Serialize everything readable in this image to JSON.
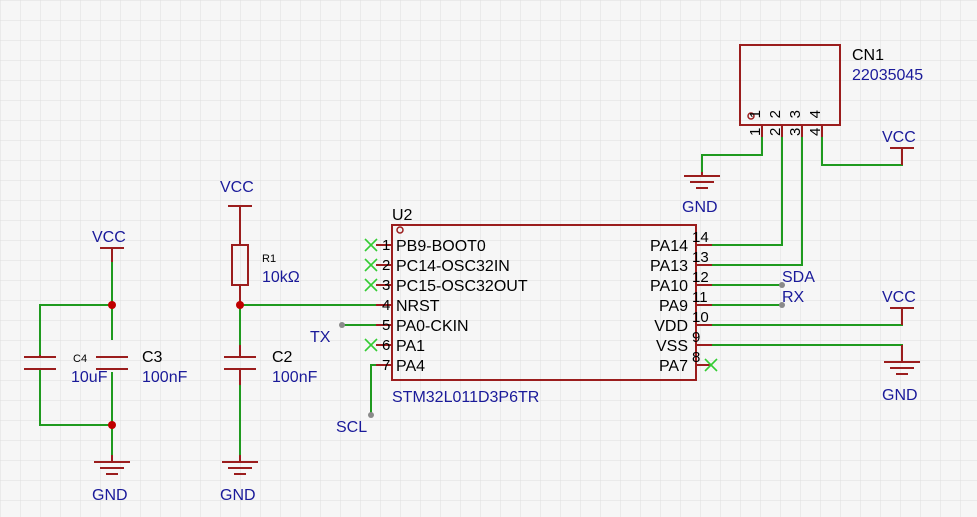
{
  "colors": {
    "background": "#f6f6f6",
    "grid": "#dedede",
    "wire": "#1f9a1f",
    "component": "#9b1d1d",
    "junction": "#c00000",
    "text": "#1a1a9a",
    "noconnect": "#33cc33"
  },
  "u2": {
    "ref": "U2",
    "value": "STM32L011D3P6TR",
    "left_pins": [
      {
        "num": "1",
        "name": "PB9-BOOT0"
      },
      {
        "num": "2",
        "name": "PC14-OSC32IN"
      },
      {
        "num": "3",
        "name": "PC15-OSC32OUT"
      },
      {
        "num": "4",
        "name": "NRST"
      },
      {
        "num": "5",
        "name": "PA0-CKIN"
      },
      {
        "num": "6",
        "name": "PA1"
      },
      {
        "num": "7",
        "name": "PA4"
      }
    ],
    "right_pins": [
      {
        "num": "14",
        "name": "PA14"
      },
      {
        "num": "13",
        "name": "PA13"
      },
      {
        "num": "12",
        "name": "PA10"
      },
      {
        "num": "11",
        "name": "PA9"
      },
      {
        "num": "10",
        "name": "VDD"
      },
      {
        "num": "9",
        "name": "VSS"
      },
      {
        "num": "8",
        "name": "PA7"
      }
    ]
  },
  "cn1": {
    "ref": "CN1",
    "value": "22035045",
    "pins": [
      "1",
      "2",
      "3",
      "4"
    ]
  },
  "r1": {
    "ref": "R1",
    "value": "10kΩ"
  },
  "c2": {
    "ref": "C2",
    "value": "100nF"
  },
  "c3": {
    "ref": "C3",
    "value": "100nF"
  },
  "c4": {
    "ref": "C4",
    "value": "10uF"
  },
  "power": {
    "vcc": "VCC",
    "gnd": "GND"
  },
  "nets": {
    "tx": "TX",
    "scl": "SCL",
    "sda": "SDA",
    "rx": "RX"
  }
}
